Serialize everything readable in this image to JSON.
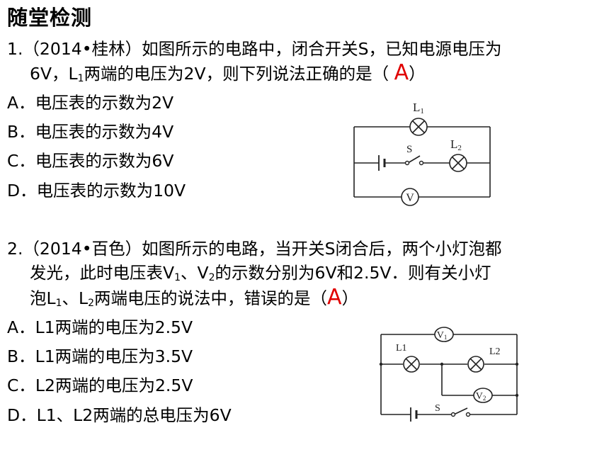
{
  "heading": "随堂检测",
  "q1": {
    "line1": "1.（2014•桂林）如图所示的电路中，闭合开关S，已知电源电压为",
    "line2_a": "6V，L",
    "line2_sub": "1",
    "line2_b": "两端的电压为2V，则下列说法正确的是（",
    "answer": "A",
    "line2_close": "）",
    "options": [
      "A．电压表的示数为2V",
      "B．电压表的示数为4V",
      "C．电压表的示数为6V",
      "D．电压表的示数为10V"
    ],
    "circuit": {
      "L1": "L",
      "L1_sub": "1",
      "L2": "L",
      "L2_sub": "2",
      "S": "S",
      "V": "V"
    }
  },
  "q2": {
    "line1": "2.（2014•百色）如图所示的电路，当开关S闭合后，两个小灯泡都",
    "line2_a": "发光，此时电压表V",
    "line2_sub1": "1",
    "line2_b": "、V",
    "line2_sub2": "2",
    "line2_c": "的示数分别为6V和2.5V．则有关小灯",
    "line3_a": "泡L",
    "line3_sub1": "1",
    "line3_b": "、L",
    "line3_sub2": "2",
    "line3_c": "两端电压的说法中，错误的是（",
    "answer": "A",
    "line3_close": "）",
    "options": [
      "A．L1两端的电压为2.5V",
      "B．L1两端的电压为3.5V",
      "C．L2两端的电压为2.5V",
      "D．L1、L2两端的总电压为6V"
    ],
    "circuit": {
      "L1": "L1",
      "L2": "L2",
      "S": "S",
      "V1": "V",
      "V1_sub": "1",
      "V2": "V",
      "V2_sub": "2"
    }
  }
}
